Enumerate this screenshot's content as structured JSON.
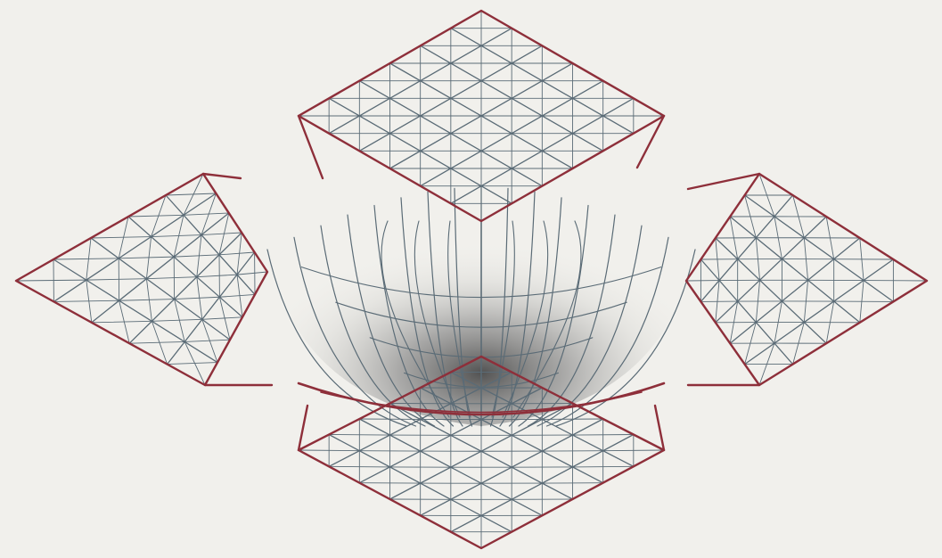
{
  "diagram": {
    "colors": {
      "background": "#f1f0ec",
      "grid": "#5a6b76",
      "frame": "#8e2f3a",
      "funnel_shade_dark": "#4a4a4a",
      "funnel_shade_light": "#f1f0ec"
    },
    "panels": [
      "top",
      "left",
      "right",
      "bottom"
    ],
    "funnel": {
      "present": true
    }
  }
}
